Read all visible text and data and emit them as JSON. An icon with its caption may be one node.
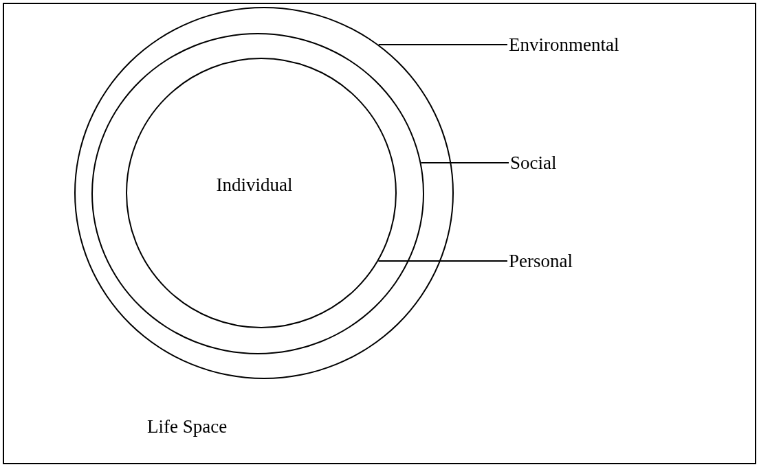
{
  "diagram": {
    "nodes": [
      {
        "text": [
          "Life Space"
        ]
      },
      {
        "text": [],
        "shape": "circle",
        "in": 0
      },
      {
        "text": [],
        "shape": "circle",
        "in": 1
      },
      {
        "text": [
          "Individual"
        ],
        "in": 2
      },
      {
        "text": [
          "Environmental"
        ],
        "in": 0
      },
      {
        "text": [
          "Social"
        ],
        "in": 0
      },
      {
        "text": [
          "Personal"
        ],
        "in": 0
      }
    ],
    "edges": [
      {
        "from": 4,
        "to": 1,
        "arrow": "none"
      },
      {
        "from": 5,
        "to": 2,
        "arrow": "none"
      },
      {
        "from": 6,
        "to": 3,
        "arrow": "none"
      }
    ]
  }
}
